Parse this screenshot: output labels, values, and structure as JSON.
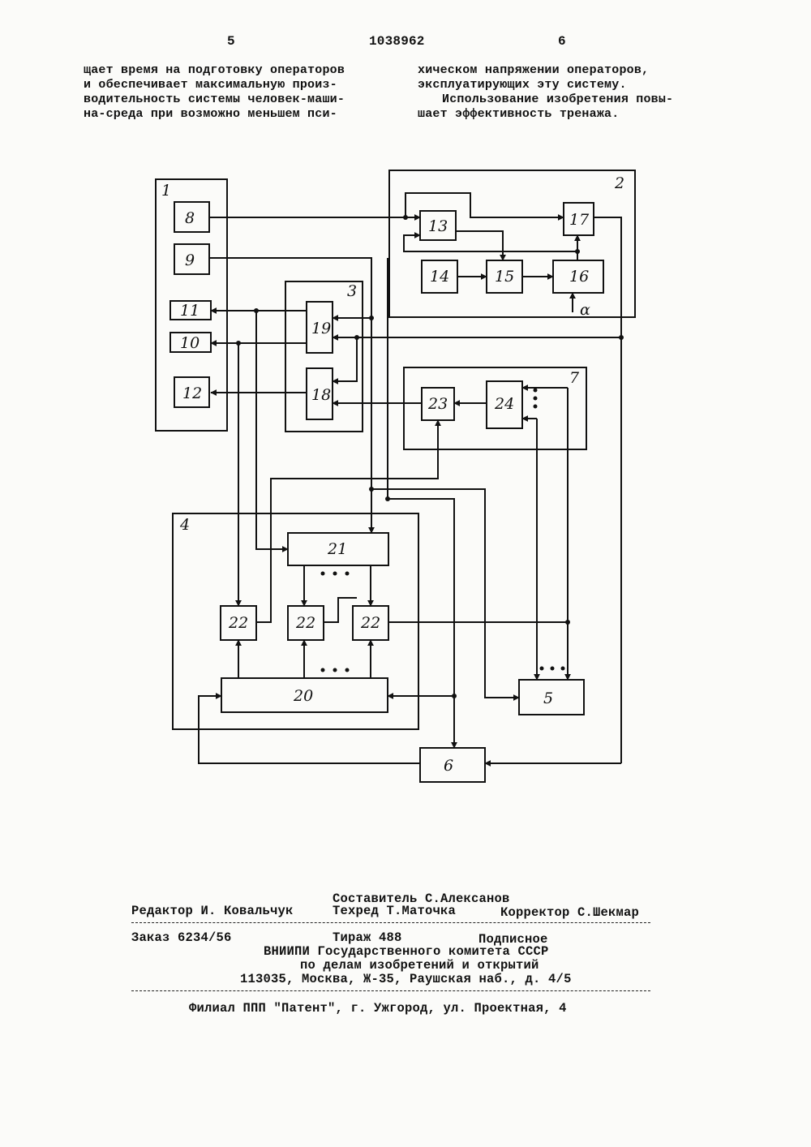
{
  "header": {
    "left_page": "5",
    "patent_number": "1038962",
    "right_page": "6"
  },
  "text": {
    "left_column": [
      "щает время на подготовку операторов",
      "и обеспечивает максимальную произ-",
      "водительность системы человек-маши-",
      "на-среда при возможно меньшем пси-"
    ],
    "right_column": [
      "хическом напряжении операторов,",
      "эксплуатирующих эту систему.",
      "Использование изобретения повы-",
      "шает эффективность тренажа."
    ]
  },
  "diagram": {
    "blocks": {
      "b1": "1",
      "b2": "2",
      "b3": "3",
      "b4": "4",
      "b5": "5",
      "b6": "6",
      "b7": "7",
      "b8": "8",
      "b9": "9",
      "b10": "10",
      "b11": "11",
      "b12": "12",
      "b13": "13",
      "b14": "14",
      "b15": "15",
      "b16": "16",
      "b17": "17",
      "b18": "18",
      "b19": "19",
      "b20": "20",
      "b21": "21",
      "b22a": "22",
      "b22b": "22",
      "b22c": "22",
      "b23": "23",
      "b24": "24"
    },
    "input_label": "α"
  },
  "imprint": {
    "compiler": "Составитель С.Алексанов",
    "editor": "Редактор И. Ковальчук",
    "techred": "Техред Т.Маточка",
    "corrector": "Корректор С.Шекмар",
    "order": "Заказ 6234/56",
    "circulation": "Тираж 488",
    "subscription": "Подписное",
    "org_line1": "ВНИИПИ Государственного комитета СССР",
    "org_line2": "по делам изобретений и открытий",
    "address": "113035, Москва, Ж-35, Раушская наб., д. 4/5",
    "branch": "Филиал ППП \"Патент\", г. Ужгород, ул. Проектная, 4"
  }
}
